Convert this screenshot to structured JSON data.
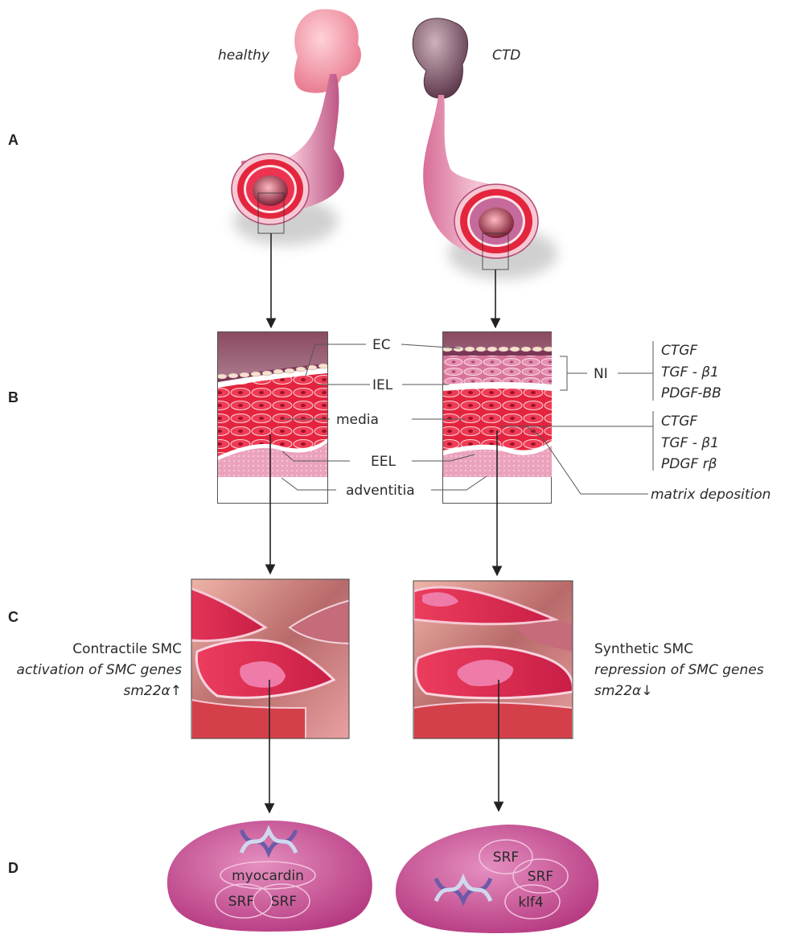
{
  "row_labels": [
    "A",
    "B",
    "C",
    "D"
  ],
  "vessel": {
    "healthy": "healthy",
    "disease": "CTD"
  },
  "layers": {
    "ec": "EC",
    "iel": "IEL",
    "media": "media",
    "eel": "EEL",
    "adventitia": "adventitia",
    "ni": "NI",
    "matrix": "matrix deposition"
  },
  "factors_ni": [
    "CTGF",
    "TGF - β1",
    "PDGF-BB"
  ],
  "factors_media": [
    "CTGF",
    "TGF - β1",
    "PDGF rβ"
  ],
  "contractile": {
    "title": "Contractile SMC",
    "desc": "activation of SMC genes",
    "marker": "sm22α↑"
  },
  "synthetic": {
    "title": "Synthetic SMC",
    "desc": "repression of SMC genes",
    "marker": "sm22α↓"
  },
  "nucleus_healthy": [
    "myocardin",
    "SRF",
    "SRF"
  ],
  "nucleus_ctd": [
    "SRF",
    "SRF",
    "klf4"
  ],
  "colors": {
    "red": "#d8243f",
    "pink": "#e8a0b4",
    "magenta": "#c8488e",
    "plum": "#6f4b5e"
  }
}
